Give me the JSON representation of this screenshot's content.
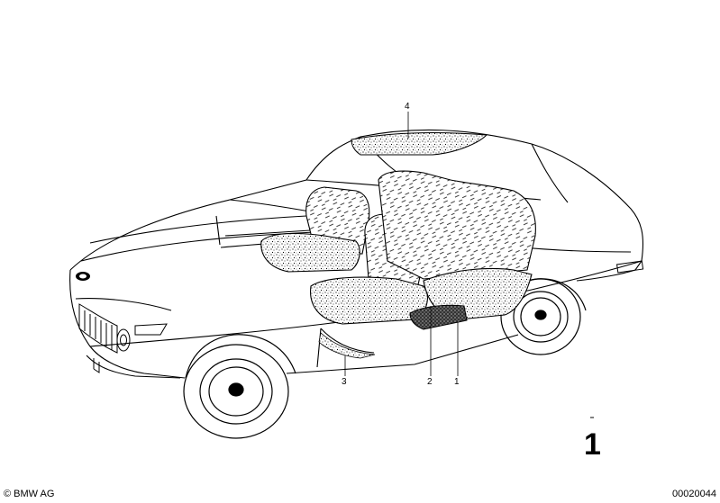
{
  "callouts": [
    "1",
    "2",
    "3",
    "4"
  ],
  "page_number": "1",
  "copyright": "© BMW AG",
  "image_number": "00020044"
}
